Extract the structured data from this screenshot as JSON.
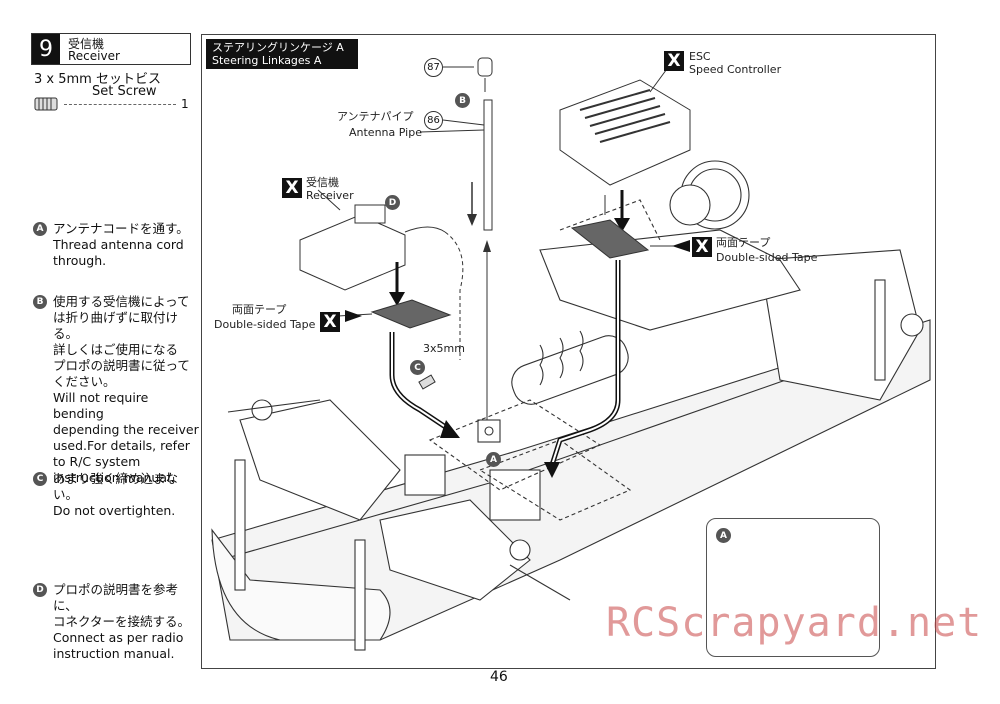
{
  "step": {
    "number": "9",
    "title_jp": "受信機",
    "title_en": "Receiver"
  },
  "parts": {
    "screw_jp": "3 x 5mm  セットビス",
    "screw_en": "Set Screw",
    "screw_qty": "1"
  },
  "notes": [
    {
      "letter": "A",
      "text": "アンテナコードを通す。\nThread antenna cord\nthrough."
    },
    {
      "letter": "B",
      "text": "使用する受信機によって\nは折り曲げずに取付ける。\n詳しくはご使用になる\nプロポの説明書に従って\nください。\nWill not require bending\ndepending the receiver\nused.For details, refer\nto R/C system\ninstruction manual."
    },
    {
      "letter": "C",
      "text": "あまり強く締め込まない。\nDo not overtighten."
    },
    {
      "letter": "D",
      "text": "プロポの説明書を参考に、\nコネクターを接続する。\nConnect as per radio\ninstruction manual."
    }
  ],
  "diagram": {
    "title_jp": "ステアリングリンケージ A",
    "title_en": "Steering Linkages  A",
    "part87": "87",
    "part86": "86",
    "antenna_pipe_jp": "アンテナパイプ",
    "antenna_pipe_en": "Antenna Pipe",
    "esc_en": "ESC",
    "esc_en2": "Speed Controller",
    "receiver_jp": "受信機",
    "receiver_en": "Receiver",
    "tape_jp": "両面テープ",
    "tape_en": "Double-sided Tape",
    "screw_size": "3x5mm",
    "x_mark": "X",
    "letters": {
      "a": "A",
      "b": "B",
      "c": "C",
      "d": "D"
    }
  },
  "page_number": "46",
  "watermark": "RCScrapyard.net"
}
